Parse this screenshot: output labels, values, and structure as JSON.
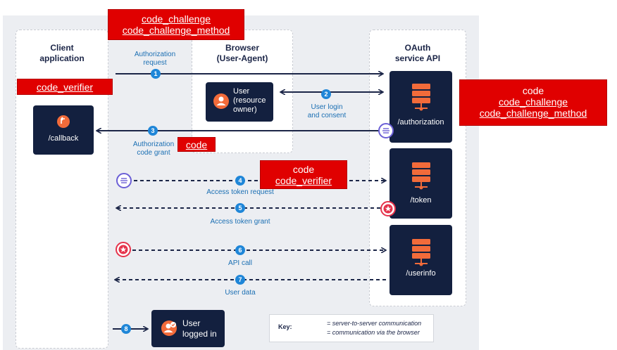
{
  "lanes": {
    "client": {
      "title_line1": "Client",
      "title_line2": "application"
    },
    "browser": {
      "title_line1": "Browser",
      "title_line2": "(User-Agent)"
    },
    "oauth": {
      "title_line1": "OAuth",
      "title_line2": "service API"
    }
  },
  "nodes": {
    "callback": "/callback",
    "user_owner": {
      "l1": "User",
      "l2": "(resource",
      "l3": "owner)"
    },
    "authorization": "/authorization",
    "token": "/token",
    "userinfo": "/userinfo",
    "logged_in": {
      "l1": "User",
      "l2": "logged in"
    }
  },
  "steps": [
    {
      "num": "1",
      "label_l1": "Authorization",
      "label_l2": "request"
    },
    {
      "num": "2",
      "label_l1": "User login",
      "label_l2": "and consent"
    },
    {
      "num": "3",
      "label_l1": "Authorization",
      "label_l2": "code grant"
    },
    {
      "num": "4",
      "label_l1": "Access token request"
    },
    {
      "num": "5",
      "label_l1": "Access token grant"
    },
    {
      "num": "6",
      "label_l1": "API call"
    },
    {
      "num": "7",
      "label_l1": "User data"
    },
    {
      "num": "8"
    }
  ],
  "red_labels": {
    "top": {
      "l1": "code_challenge",
      "l2": "code_challenge_method"
    },
    "verifier": "code_verifier",
    "right": {
      "l1": "code",
      "l2": "code_challenge",
      "l3": "code_challenge_method"
    },
    "code_grant": "code",
    "mid": {
      "l1": "code",
      "l2": "code_verifier"
    }
  },
  "key": {
    "title": "Key:",
    "dashed": "= server-to-server communication",
    "solid": "= communication via the browser"
  },
  "colors": {
    "navy": "#13203f",
    "arrow": "#1b2547",
    "step": "#1f86d8",
    "label": "#1b6fb3",
    "orange": "#f26b3a",
    "red": "#e00000",
    "purple": "#6b5fd6",
    "star": "#e5334b"
  },
  "icons": {
    "server": "server-icon",
    "user": "user-icon",
    "callback": "return-arrow-icon",
    "code": "code-badge-icon",
    "token": "star-badge-icon",
    "logged_in": "user-check-icon"
  }
}
